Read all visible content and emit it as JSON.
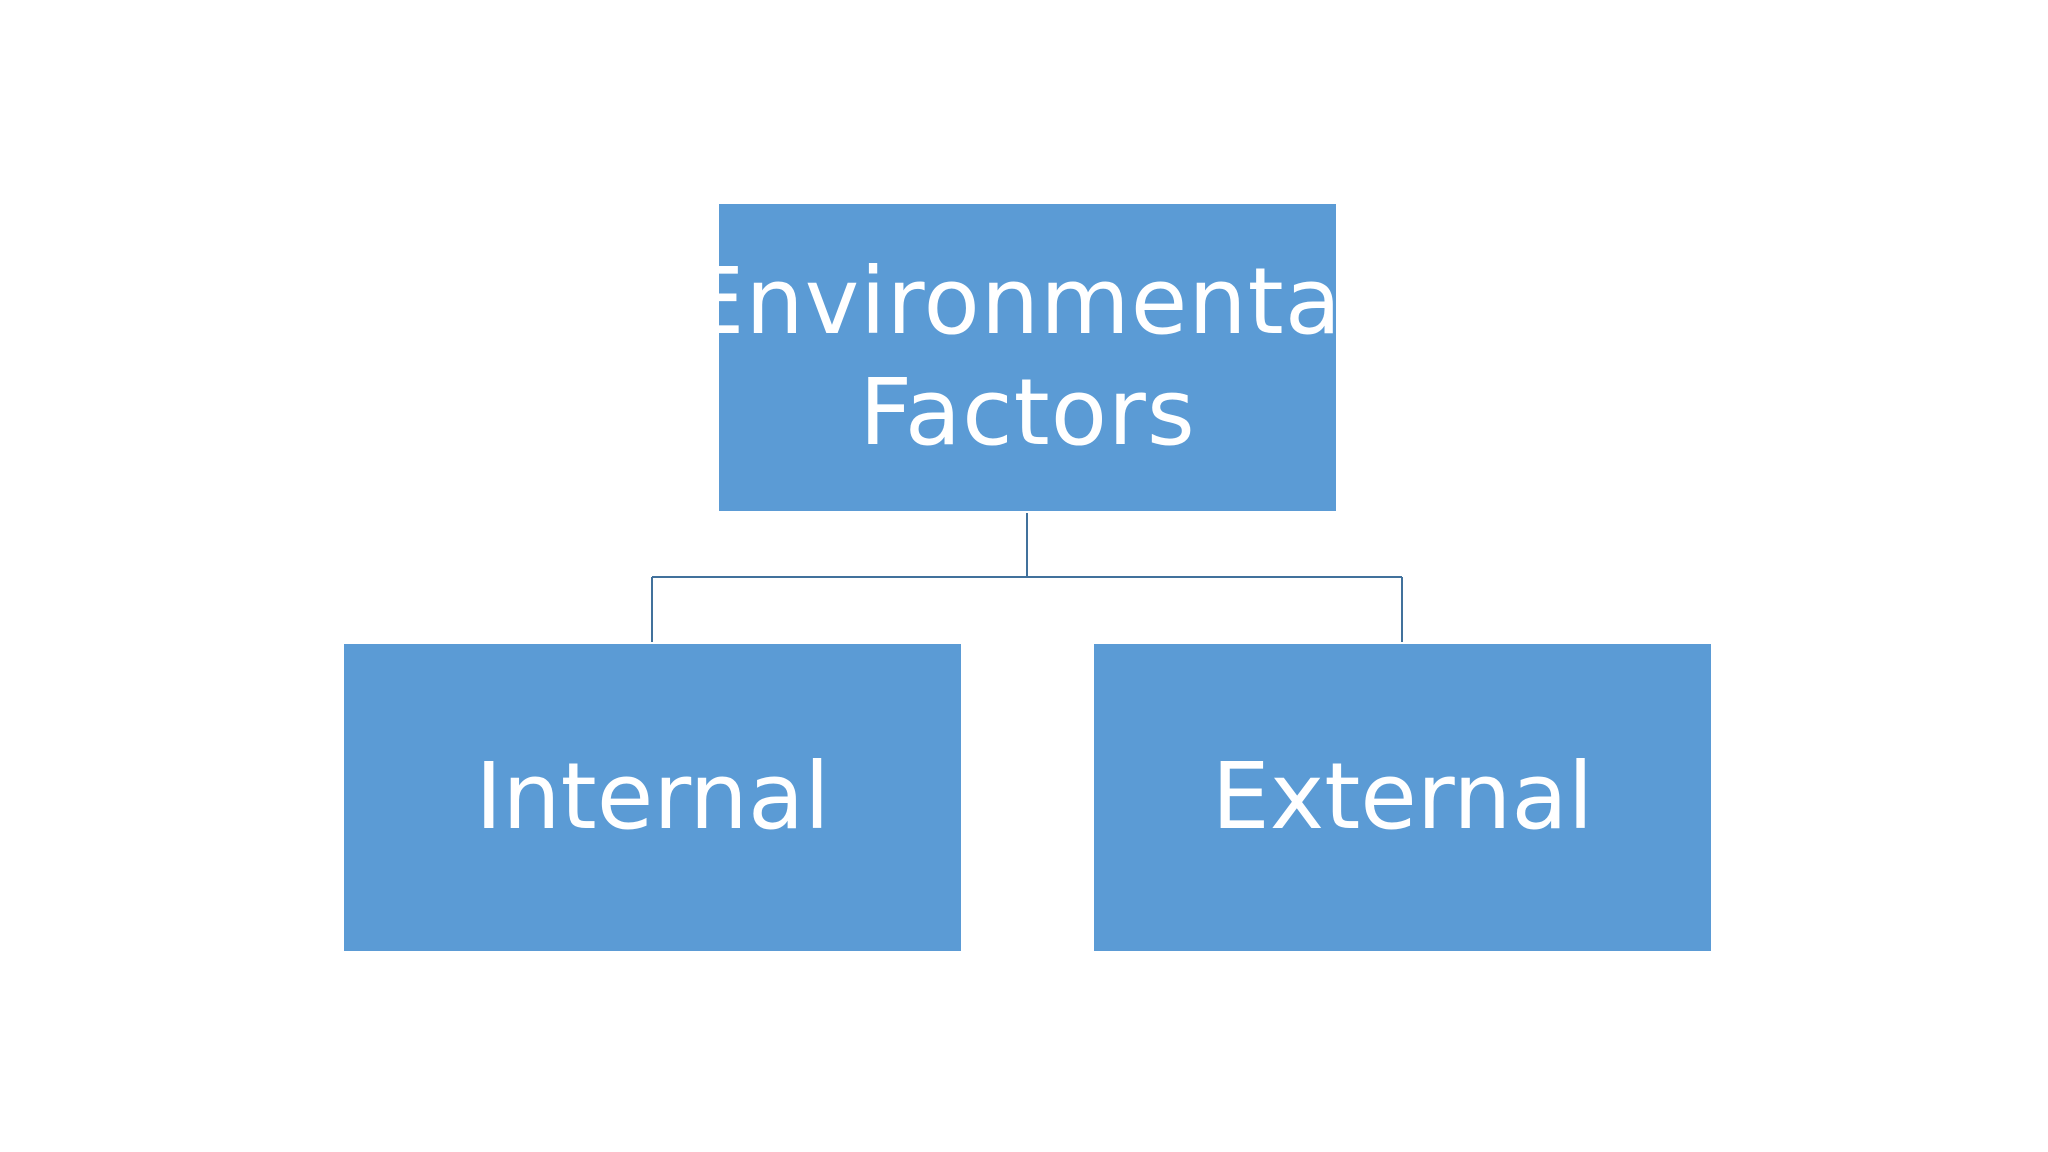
{
  "colors": {
    "node_fill": "#5b9bd5",
    "node_text": "#ffffff",
    "connector": "#41719c",
    "background": "#ffffff"
  },
  "diagram": {
    "root": {
      "lines": [
        "Environmental",
        "Factors"
      ]
    },
    "children": [
      {
        "label": "Internal"
      },
      {
        "label": "External"
      }
    ]
  }
}
